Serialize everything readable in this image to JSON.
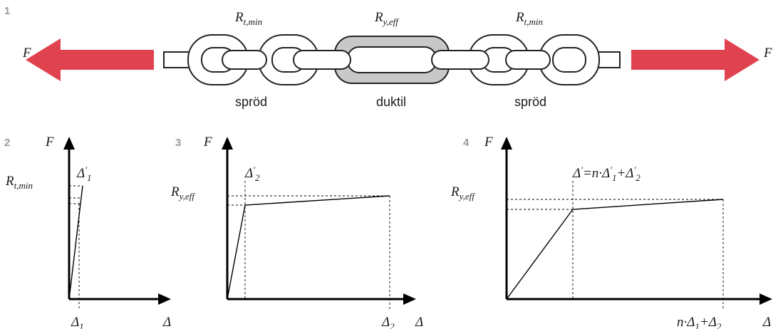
{
  "panel_numbers": [
    "1",
    "2",
    "3",
    "4"
  ],
  "chain": {
    "force_left": "F",
    "force_right": "F",
    "link_labels_top": [
      "R_{t,min}",
      "R_{y,eff}",
      "R_{t,min}"
    ],
    "link_labels_bottom": [
      "spröd",
      "duktil",
      "spröd"
    ]
  },
  "colors": {
    "force_arrow": "#e0434f",
    "ductile_link": "#c8c8c8",
    "axis": "#000000"
  },
  "graph2": {
    "y_axis": "F",
    "x_axis": "Δ",
    "y_marker": "R_{t,min}",
    "peak_label": "Δ'_1",
    "x_marker": "Δ_1"
  },
  "graph3": {
    "y_axis": "F",
    "x_axis": "Δ",
    "y_marker": "R_{y,eff}",
    "peak_label": "Δ'_2",
    "x_marker": "Δ_2"
  },
  "graph4": {
    "y_axis": "F",
    "x_axis": "Δ",
    "y_marker": "R_{y,eff}",
    "peak_label": "Δ'=n·Δ'_1+Δ'_2",
    "x_marker": "n·Δ_1+Δ_2"
  }
}
